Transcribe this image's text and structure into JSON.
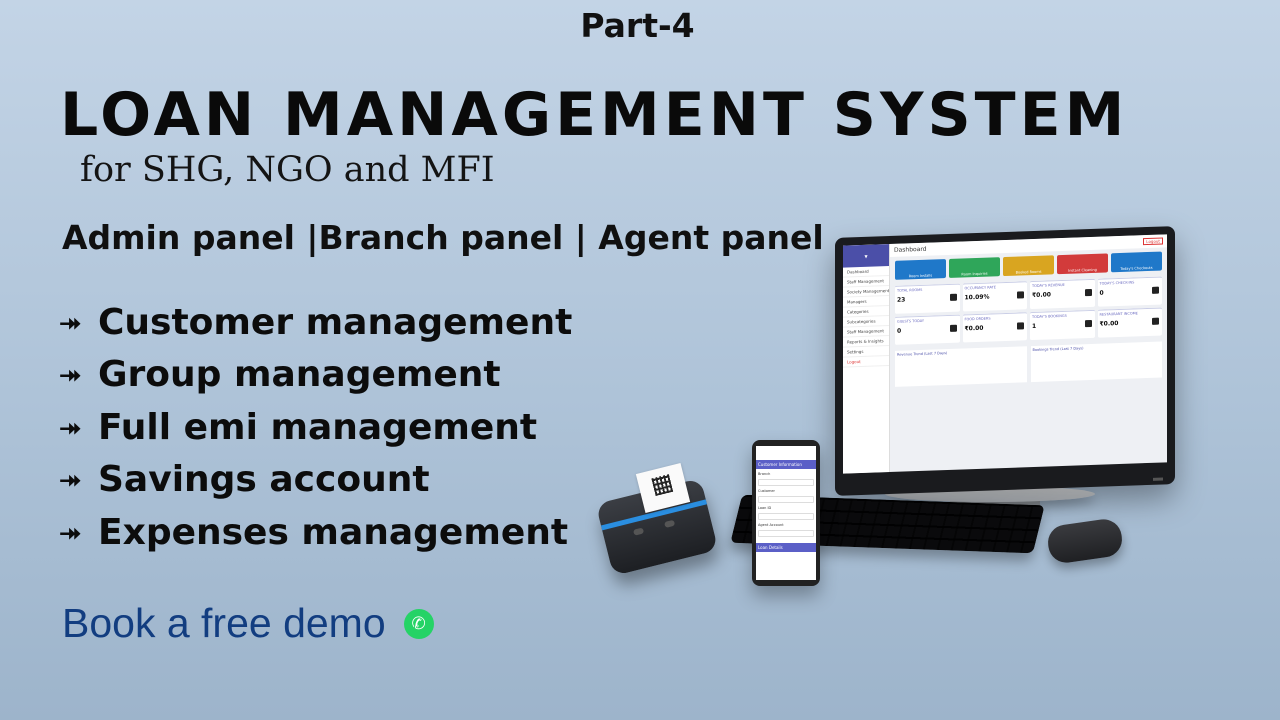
{
  "header": {
    "part": "Part-4",
    "title": "LOAN MANAGEMENT SYSTEM",
    "subtitle": "for SHG, NGO and MFI",
    "panels": "Admin panel |Branch panel | Agent panel"
  },
  "features": [
    "Customer management",
    "Group management",
    "Full emi management",
    "Savings account",
    "Expenses management"
  ],
  "bullet_glyph": "⯮",
  "cta": {
    "label": "Book a free demo",
    "icon": "whatsapp-icon",
    "icon_color": "#25d366",
    "text_color": "#123d80"
  },
  "dashboard": {
    "title": "Dashboard",
    "logout": "Logout",
    "sidebar_items": [
      "Dashboard",
      "Staff Management",
      "Society Management",
      "Managers",
      "Categories",
      "Subcategories",
      "Staff Management",
      "Reports & Insights",
      "Settings",
      "Logout"
    ],
    "quick_actions": [
      {
        "label": "Room Installs",
        "color": "#1f78c9"
      },
      {
        "label": "Room Inquiries",
        "color": "#2fa65a"
      },
      {
        "label": "Booked Rooms",
        "color": "#d9a520"
      },
      {
        "label": "Instant Cleaning",
        "color": "#d23b3b"
      },
      {
        "label": "Today's Checkouts",
        "color": "#1f78c9"
      }
    ],
    "cards": [
      {
        "label": "TOTAL ROOMS",
        "value": "23"
      },
      {
        "label": "OCCUPANCY RATE",
        "value": "10.09%"
      },
      {
        "label": "TODAY'S REVENUE",
        "value": "₹0.00"
      },
      {
        "label": "TODAY'S CHECK-INS",
        "value": "0"
      },
      {
        "label": "GUESTS TODAY",
        "value": "0"
      },
      {
        "label": "FOOD ORDERS",
        "value": "₹0.00"
      },
      {
        "label": "TODAY'S BOOKINGS",
        "value": "1"
      },
      {
        "label": "RESTAURANT INCOME",
        "value": "₹0.00"
      }
    ],
    "charts": [
      "Revenue Trend (Last 7 Days)",
      "Bookings Trend (Last 7 Days)"
    ]
  },
  "phone": {
    "section1": "Customer Information",
    "section2": "Loan Details",
    "fields": [
      "Branch",
      "Customer",
      "Loan ID",
      "Agent Account"
    ]
  }
}
